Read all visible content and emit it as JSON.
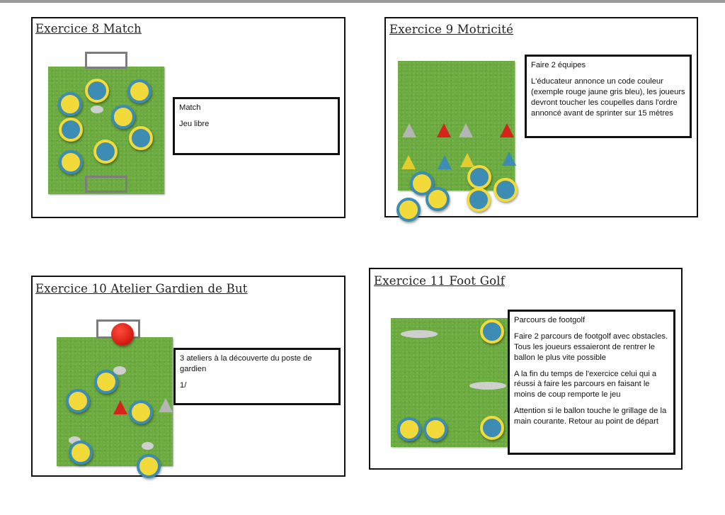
{
  "exercises": [
    {
      "title": "Exercice 8 Match",
      "description": [
        "Match",
        "Jeu libre"
      ]
    },
    {
      "title": "Exercice 9 Motricité",
      "description": [
        "Faire 2 équipes",
        "L'éducateur annonce un code couleur (exemple rouge jaune gris bleu), les joueurs devront toucher les coupelles dans l'ordre annoncé avant de sprinter sur 15 mètres"
      ]
    },
    {
      "title": "Exercice 10 Atelier Gardien de But",
      "description": [
        "3 ateliers à la découverte du poste de gardien",
        "1/"
      ]
    },
    {
      "title": "Exercice 11 Foot Golf",
      "description": [
        "Parcours de footgolf",
        "Faire 2 parcours de footgolf avec obstacles. Tous les joueurs essaieront de rentrer le ballon le plus vite possible",
        "A la fin du temps de l'exercice celui qui a réussi à faire les parcours en faisant le moins de coup remporte le jeu",
        "Attention si le ballon touche le grillage de la main courante. Retour au point de départ"
      ]
    }
  ],
  "colors": {
    "field": "#6cab3f",
    "player_yellow": "#f1da3a",
    "player_blue": "#3c8cb3",
    "cone_red": "#d6231b",
    "cone_grey": "#b5b5b5",
    "cone_yellow": "#e3cc2d",
    "cone_blue": "#3c8cb3",
    "ball": "#d01a10",
    "goal": "#7d7d7d"
  },
  "icons": [
    "player-yellow-icon",
    "player-blue-icon",
    "cone-icon",
    "plate-icon",
    "ball-icon",
    "goal-icon"
  ]
}
